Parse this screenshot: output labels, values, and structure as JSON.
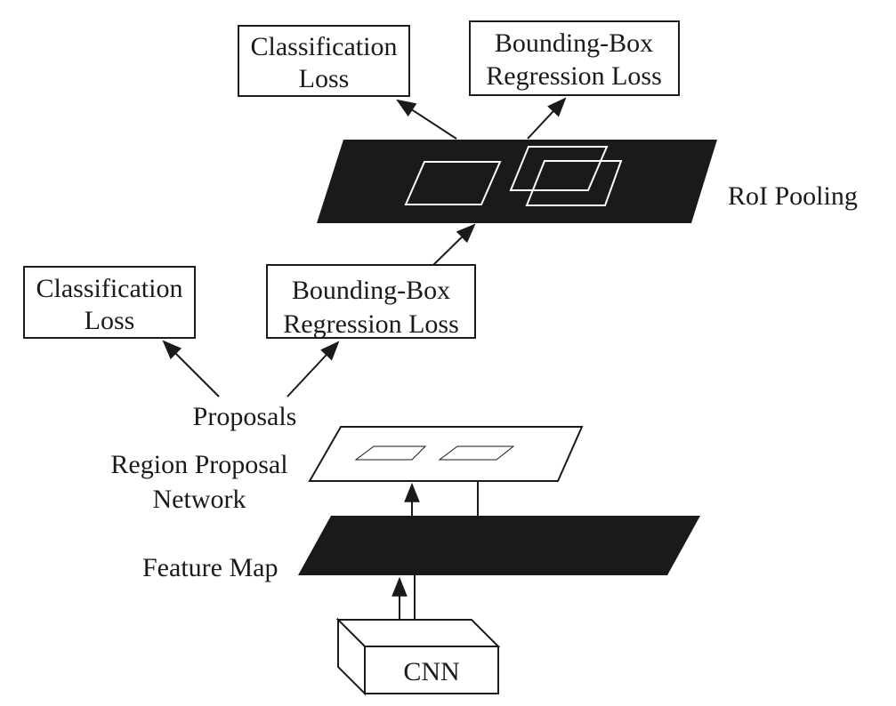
{
  "top_level": {
    "classification_loss": [
      "Classification",
      "Loss"
    ],
    "bbox_regression_loss": [
      "Bounding-Box",
      "Regression Loss"
    ],
    "roi_pooling": "RoI Pooling"
  },
  "rpn_level": {
    "classification_loss": [
      "Classification",
      "Loss"
    ],
    "bbox_regression_loss": [
      "Bounding-Box",
      "Regression Loss"
    ],
    "proposals": "Proposals",
    "region_proposal_network": [
      "Region Proposal",
      "Network"
    ]
  },
  "base": {
    "feature_map": "Feature Map",
    "cnn": "CNN"
  },
  "colors": {
    "ink": "#1a1a1a",
    "background": "#ffffff"
  }
}
